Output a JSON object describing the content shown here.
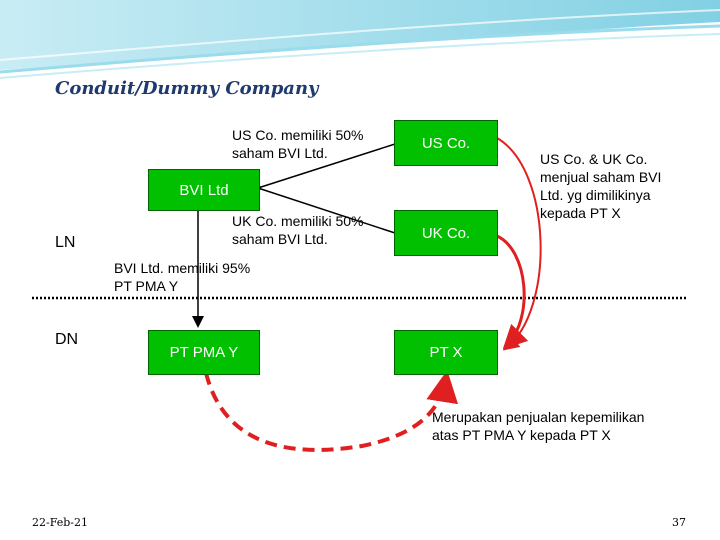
{
  "slide": {
    "title": "Conduit/Dummy Company",
    "date": "22-Feb-21",
    "page_number": "37"
  },
  "boxes": {
    "us_co": "US Co.",
    "uk_co": "UK Co.",
    "pt_x": "PT X",
    "pt_pma_y": "PT PMA Y",
    "bvi_ltd": "BVI Ltd"
  },
  "notes": {
    "us_own_1": "US Co. memiliki 50%",
    "us_own_2": "saham BVI Ltd.",
    "uk_own_1": "UK Co. memiliki 50%",
    "uk_own_2": "saham BVI Ltd.",
    "bvi_own_1": "BVI Ltd. memiliki 95%",
    "bvi_own_2": "PT PMA Y",
    "sell_1": "US Co. & UK Co.",
    "sell_2": "menjual saham BVI",
    "sell_3": "Ltd. yg dimilikinya",
    "sell_4": "kepada PT X",
    "transfer_1": "Merupakan penjualan kepemilikan",
    "transfer_2": "atas PT PMA Y kepada PT X"
  },
  "labels": {
    "ln": "LN",
    "dn": "DN"
  },
  "colors": {
    "box_fill": "#00c000",
    "arrow_red": "#e02020",
    "title": "#1f3a6e",
    "wave": "#7fd3e6"
  }
}
